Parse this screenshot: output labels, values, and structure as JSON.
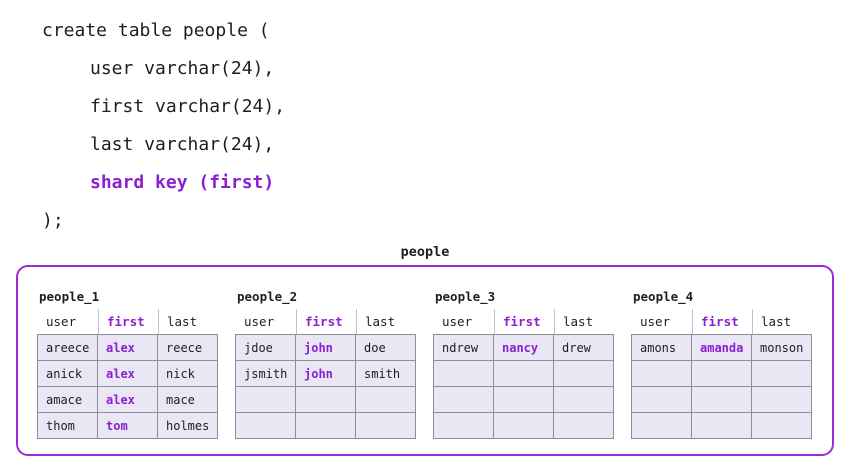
{
  "code_block": {
    "lines": [
      {
        "text": "create table people (",
        "indent": 0,
        "highlight": false
      },
      {
        "text": "user varchar(24),",
        "indent": 1,
        "highlight": false
      },
      {
        "text": "first varchar(24),",
        "indent": 1,
        "highlight": false
      },
      {
        "text": "last varchar(24),",
        "indent": 1,
        "highlight": false
      },
      {
        "text": "shard key (first)",
        "indent": 1,
        "highlight": true
      },
      {
        "text": ");",
        "indent": 0,
        "highlight": false
      }
    ]
  },
  "diagram": {
    "title": "people",
    "columns": [
      "user",
      "first",
      "last"
    ],
    "key_column": "first",
    "shards": [
      {
        "name": "people_1",
        "rows": [
          [
            "areece",
            "alex",
            "reece"
          ],
          [
            "anick",
            "alex",
            "nick"
          ],
          [
            "amace",
            "alex",
            "mace"
          ],
          [
            "thom",
            "tom",
            "holmes"
          ]
        ]
      },
      {
        "name": "people_2",
        "rows": [
          [
            "jdoe",
            "john",
            "doe"
          ],
          [
            "jsmith",
            "john",
            "smith"
          ],
          [
            "",
            "",
            ""
          ],
          [
            "",
            "",
            ""
          ]
        ]
      },
      {
        "name": "people_3",
        "rows": [
          [
            "ndrew",
            "nancy",
            "drew"
          ],
          [
            "",
            "",
            ""
          ],
          [
            "",
            "",
            ""
          ],
          [
            "",
            "",
            ""
          ]
        ]
      },
      {
        "name": "people_4",
        "rows": [
          [
            "amons",
            "amanda",
            "monson"
          ],
          [
            "",
            "",
            ""
          ],
          [
            "",
            "",
            ""
          ],
          [
            "",
            "",
            ""
          ]
        ]
      }
    ]
  },
  "colors": {
    "accent": "#8b1fd1",
    "container_border": "#9b2bd9",
    "text": "#1e1e1e",
    "cell_background": "#e9e7f3",
    "grid_border": "#8f8d99",
    "header_separator": "#c3c1ce"
  }
}
